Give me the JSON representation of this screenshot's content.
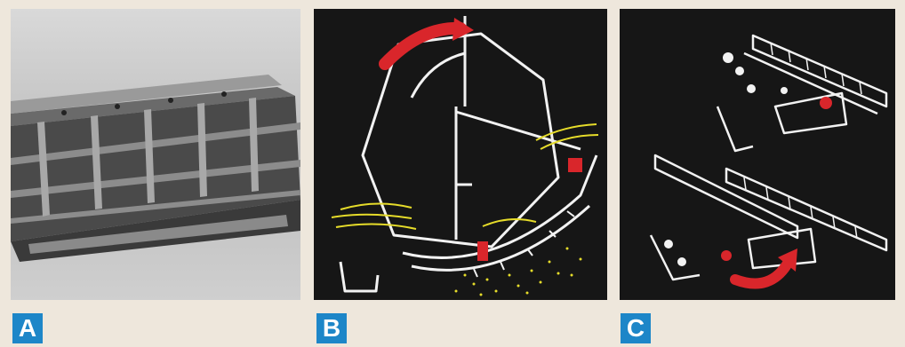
{
  "panels": [
    {
      "label": "A",
      "content": "photo-of-threshing-cylinder"
    },
    {
      "label": "B",
      "content": "diagram-cylinder-concave-adjustment"
    },
    {
      "label": "C",
      "content": "diagram-concave-stone-trap"
    }
  ],
  "colors": {
    "background": "#eee7dc",
    "label_badge": "#1d86c8",
    "label_text": "#ffffff",
    "diagram_background": "#161616",
    "line_art": "#f2f2f2",
    "arrow_red": "#d9262b",
    "grain_yellow": "#e6dc2a"
  }
}
